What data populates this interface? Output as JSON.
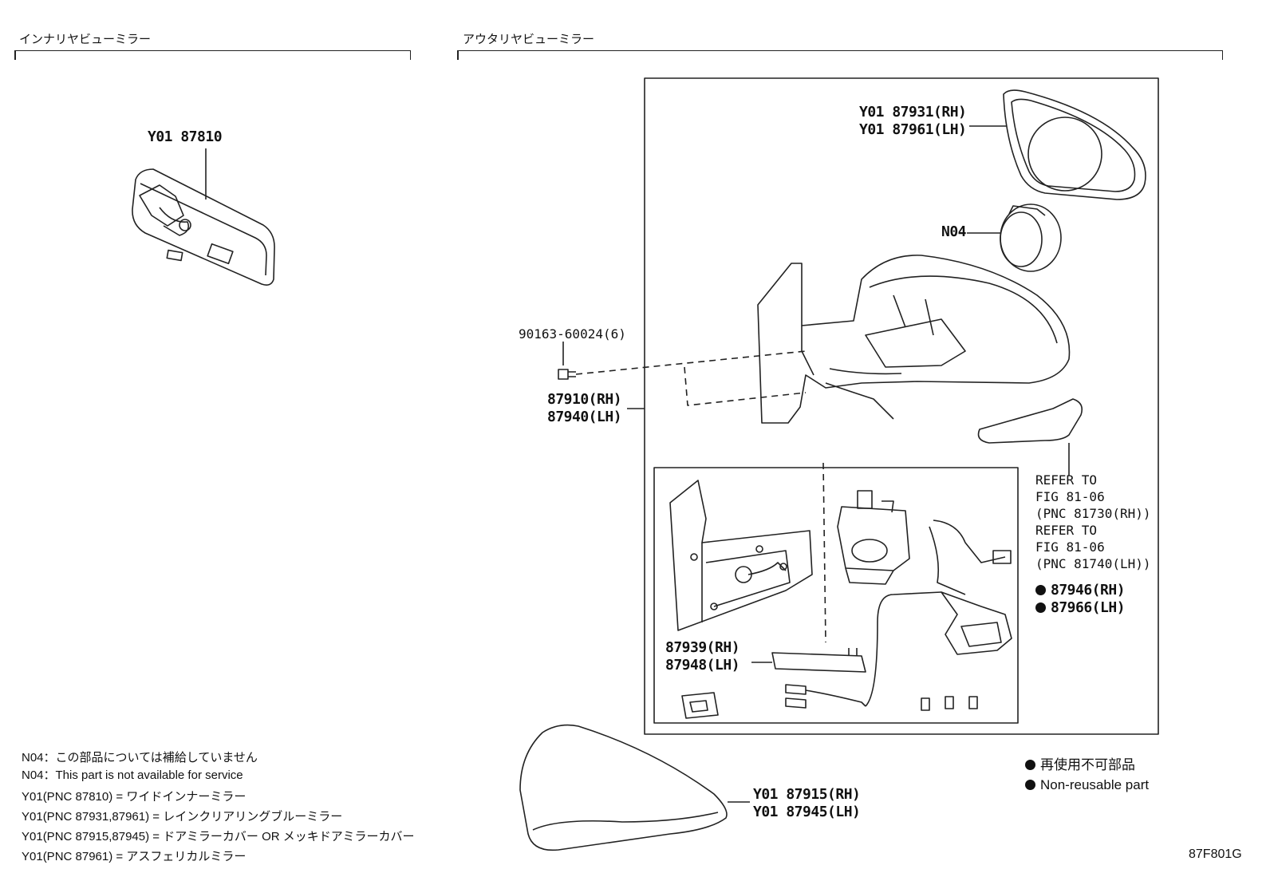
{
  "sections": {
    "inner_title": "インナリヤビューミラー",
    "outer_title": "アウタリヤビューミラー"
  },
  "labels": {
    "inner_mirror": "Y01 87810",
    "mirror_rh": "Y01 87931(RH)",
    "mirror_lh": "Y01 87961(LH)",
    "n04": "N04",
    "screw": "90163-60024(6)",
    "assy_rh": "87910(RH)",
    "assy_lh": "87940(LH)",
    "refer1": "REFER TO",
    "refer2": "FIG 81-06",
    "refer3": "(PNC 81730(RH))",
    "refer4": "REFER TO",
    "refer5": "FIG 81-06",
    "refer6": "(PNC 81740(LH))",
    "motor_rh": "87946(RH)",
    "motor_lh": "87966(LH)",
    "lamp_rh": "87939(RH)",
    "lamp_lh": "87948(LH)",
    "cover_rh": "Y01 87915(RH)",
    "cover_lh": "Y01 87945(LH)"
  },
  "notes": [
    "N04：この部品については補給していません",
    "N04：This part is not available for service",
    "Y01(PNC 87810) = ワイドインナーミラー",
    "Y01(PNC 87931,87961) = レインクリアリングブルーミラー",
    "Y01(PNC 87915,87945) = ドアミラーカバー OR メッキドアミラーカバー",
    "Y01(PNC 87961) = アスフェリカルミラー"
  ],
  "legend": {
    "jp": "再使用不可部品",
    "en": "Non-reusable part"
  },
  "figure_code": "87F801G"
}
